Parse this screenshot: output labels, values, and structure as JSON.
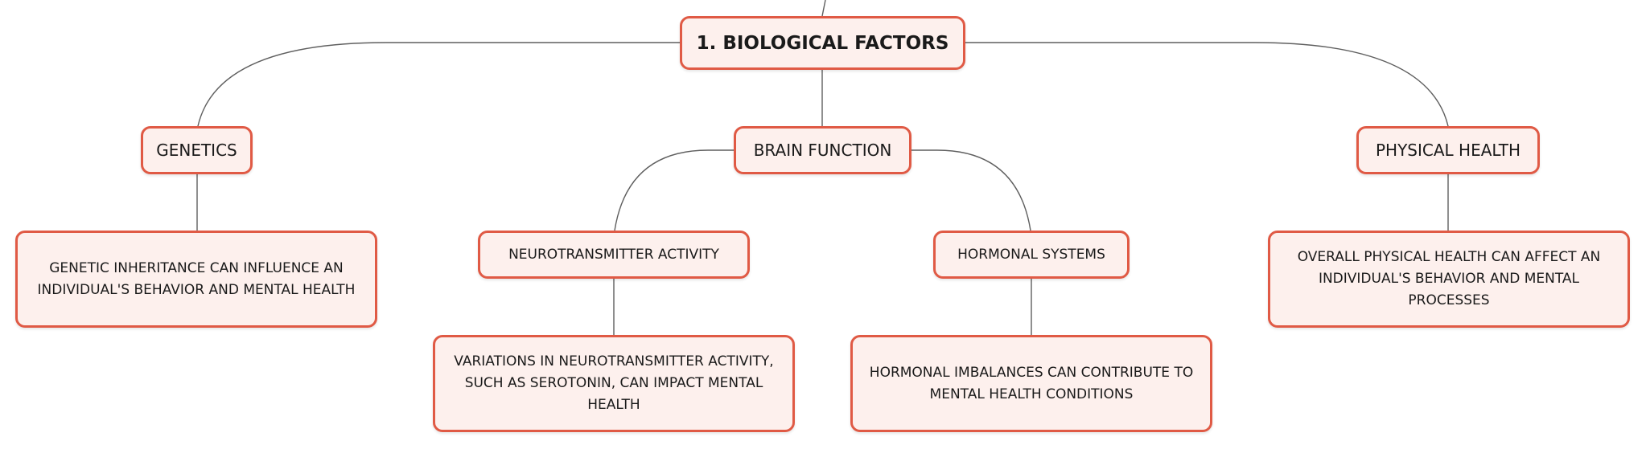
{
  "colors": {
    "node_fill": "#fdf0ed",
    "node_border": "#e05a45",
    "connector": "#5f5f5f",
    "text": "#1a1a1a"
  },
  "root": {
    "label": "1. BIOLOGICAL FACTORS"
  },
  "branches": {
    "genetics": {
      "label": "GENETICS",
      "detail_lines": [
        "GENETIC INHERITANCE CAN INFLUENCE AN",
        "INDIVIDUAL'S BEHAVIOR AND MENTAL HEALTH"
      ]
    },
    "brain_function": {
      "label": "BRAIN FUNCTION",
      "neurotransmitter": {
        "label": "NEUROTRANSMITTER ACTIVITY",
        "detail_lines": [
          "VARIATIONS IN NEUROTRANSMITTER ACTIVITY,",
          "SUCH AS SEROTONIN, CAN IMPACT MENTAL HEALTH"
        ]
      },
      "hormonal": {
        "label": "HORMONAL SYSTEMS",
        "detail_lines": [
          "HORMONAL IMBALANCES CAN CONTRIBUTE TO",
          "MENTAL HEALTH CONDITIONS"
        ]
      }
    },
    "physical_health": {
      "label": "PHYSICAL HEALTH",
      "detail_lines": [
        "OVERALL PHYSICAL HEALTH CAN AFFECT AN",
        "INDIVIDUAL'S BEHAVIOR AND MENTAL PROCESSES"
      ]
    }
  }
}
